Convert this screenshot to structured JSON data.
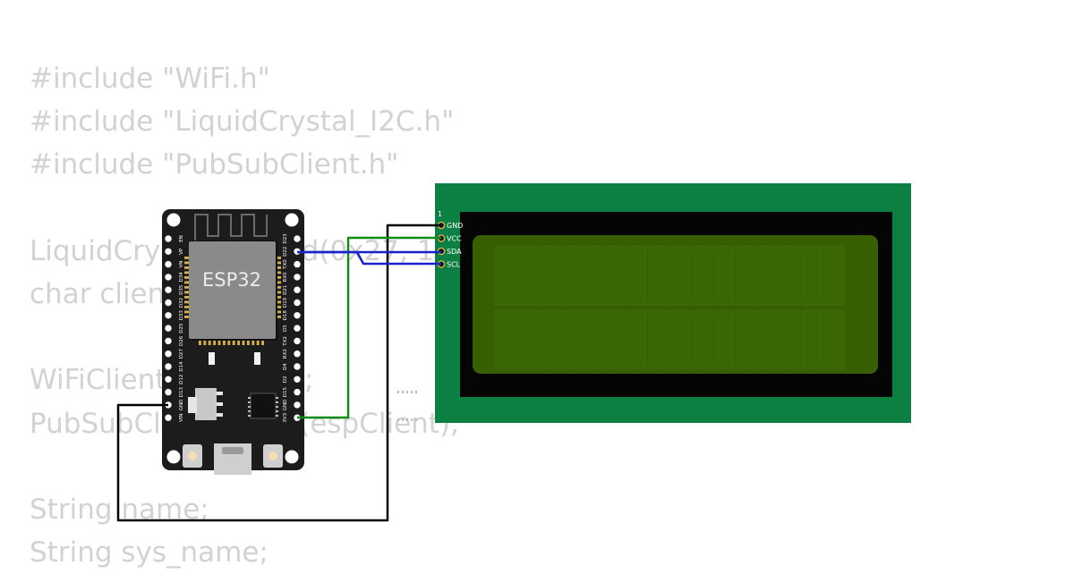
{
  "code_lines": [
    "#include \"WiFi.h\"",
    "#include \"LiquidCrystal_I2C.h\"",
    "#include \"PubSubClient.h\"",
    "",
    "LiquidCrystal_I2C lcd(0x27, 16, 2);",
    "char clientId[50];",
    "",
    "WiFiClient espClient;",
    "PubSubClient client(espClient);",
    "",
    "String name;",
    "String sys_name;"
  ],
  "esp32": {
    "chip_label": "ESP32",
    "left_pins": [
      "EN",
      "VP",
      "VN",
      "D34",
      "D35",
      "D32",
      "D33",
      "D25",
      "D26",
      "D27",
      "D14",
      "D12",
      "D13",
      "GND",
      "VIN"
    ],
    "right_pins": [
      "D23",
      "D22",
      "TX0",
      "RX0",
      "D21",
      "D19",
      "D18",
      "D5",
      "TX2",
      "RX2",
      "D4",
      "D2",
      "D15",
      "GND",
      "3V3"
    ]
  },
  "lcd": {
    "pin1_label": "1",
    "pins": [
      "GND",
      "VCC",
      "SDA",
      "SCL"
    ],
    "columns": 16,
    "rows": 2
  },
  "colors": {
    "code_text": "#d2d2d2",
    "board": "#1c1c1c",
    "chip_shield": "#8a8a8a",
    "lcd_pcb": "#0c7f43",
    "lcd_bezel": "#050505",
    "lcd_screen": "#375e00",
    "wire_ground": "#000000",
    "wire_power": "#138a13",
    "wire_sda": "#1c22c9",
    "wire_scl": "#1c22c9"
  }
}
